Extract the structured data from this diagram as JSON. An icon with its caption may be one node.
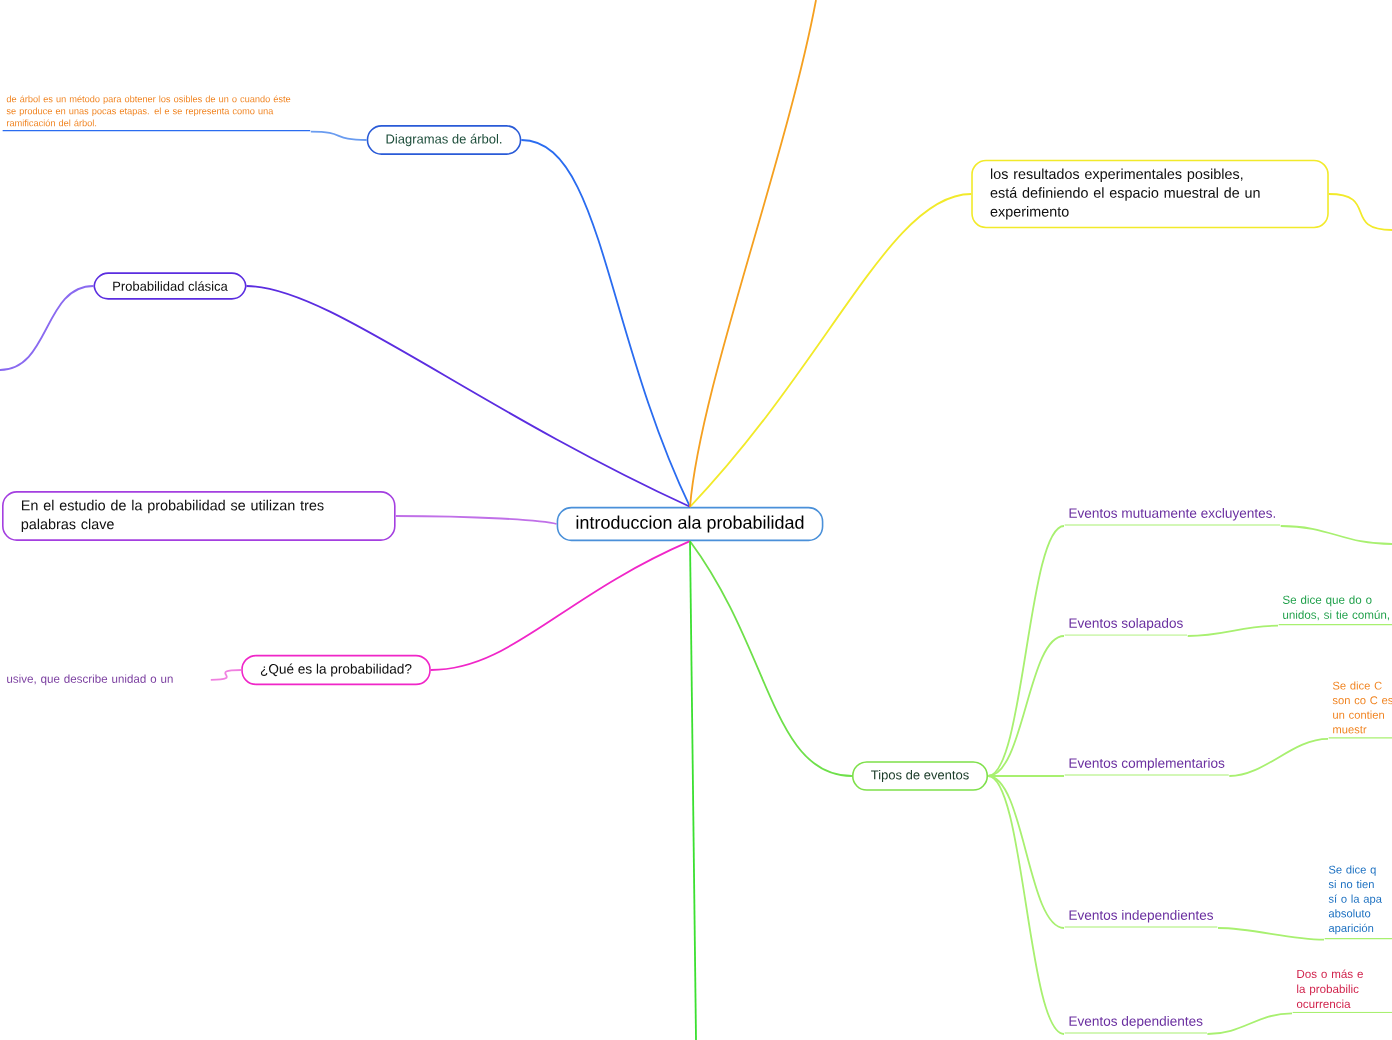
{
  "diagram": {
    "nodes": [
      {
        "text": [
          "introduccion ala probabilidad"
        ]
      },
      {
        "text": [
          "Diagramas de árbol."
        ]
      },
      {
        "text": [
          "de árbol es un método para obtener los osibles de un o cuando éste se produce en unas pocas etapas. el e se representa como una ramificación del árbol."
        ]
      },
      {
        "text": [
          "Probabilidad clásica"
        ]
      },
      {
        "text": [
          "En el estudio de la probabilidad se utilizan tres palabras clave"
        ]
      },
      {
        "text": [
          "¿Qué es la probabilidad?"
        ]
      },
      {
        "text": [
          "usive, que describe unidad o un"
        ]
      },
      {
        "text": [
          "los resultados experimentales posibles, está definiendo el espacio muestral de un experimento"
        ]
      },
      {
        "text": [
          "Tipos de eventos"
        ]
      },
      {
        "text": [
          "Eventos mutuamente excluyentes."
        ]
      },
      {
        "text": [
          "Eventos solapados"
        ]
      },
      {
        "text": [
          "Se dice que do o unidos, si tie común,"
        ]
      },
      {
        "text": [
          "Eventos complementarios"
        ]
      },
      {
        "text": [
          "Se dice C son co C es un contien muestr"
        ]
      },
      {
        "text": [
          "Eventos independientes"
        ]
      },
      {
        "text": [
          "Se dice q si no tien sí o la apa absoluto aparición"
        ]
      },
      {
        "text": [
          "Eventos dependientes"
        ]
      },
      {
        "text": [
          "Dos o más e la probabilic ocurrencia"
        ]
      }
    ],
    "edges": [
      {
        "from": 0,
        "to": 1,
        "arrow": "none",
        "color": "#2a6cf0"
      },
      {
        "from": 1,
        "to": 2,
        "arrow": "none",
        "color": "#6a9cf0"
      },
      {
        "from": 0,
        "to": 3,
        "arrow": "none",
        "color": "#5b2de0"
      },
      {
        "from": 3,
        "to": null,
        "arrow": "none",
        "color": "#8a6af0"
      },
      {
        "from": 0,
        "to": 4,
        "arrow": "none",
        "color": "#c070e8"
      },
      {
        "from": 0,
        "to": 5,
        "arrow": "none",
        "color": "#f026c8"
      },
      {
        "from": 5,
        "to": 6,
        "arrow": "none",
        "color": "#f080e0"
      },
      {
        "from": 0,
        "to": 7,
        "arrow": "none",
        "color": "#f2ea2a"
      },
      {
        "from": 7,
        "to": null,
        "arrow": "none",
        "color": "#f2ea2a"
      },
      {
        "from": 0,
        "to": 8,
        "arrow": "none",
        "color": "#6ee04a"
      },
      {
        "from": 8,
        "to": 9,
        "arrow": "none",
        "color": "#a8f070"
      },
      {
        "from": 9,
        "to": null,
        "arrow": "none",
        "color": "#a8f070"
      },
      {
        "from": 8,
        "to": 10,
        "arrow": "none",
        "color": "#a8f070"
      },
      {
        "from": 10,
        "to": 11,
        "arrow": "none",
        "color": "#a8f070"
      },
      {
        "from": 8,
        "to": 12,
        "arrow": "none",
        "color": "#a8f070"
      },
      {
        "from": 12,
        "to": 13,
        "arrow": "none",
        "color": "#a8f070"
      },
      {
        "from": 8,
        "to": 14,
        "arrow": "none",
        "color": "#a8f070"
      },
      {
        "from": 14,
        "to": 15,
        "arrow": "none",
        "color": "#a8f070"
      },
      {
        "from": 8,
        "to": 16,
        "arrow": "none",
        "color": "#a8f070"
      },
      {
        "from": 16,
        "to": 17,
        "arrow": "none",
        "color": "#a8f070"
      },
      {
        "from": 0,
        "to": null,
        "arrow": "none",
        "color": "#f5a020"
      },
      {
        "from": 0,
        "to": null,
        "arrow": "none",
        "color": "#3ae030"
      }
    ]
  }
}
